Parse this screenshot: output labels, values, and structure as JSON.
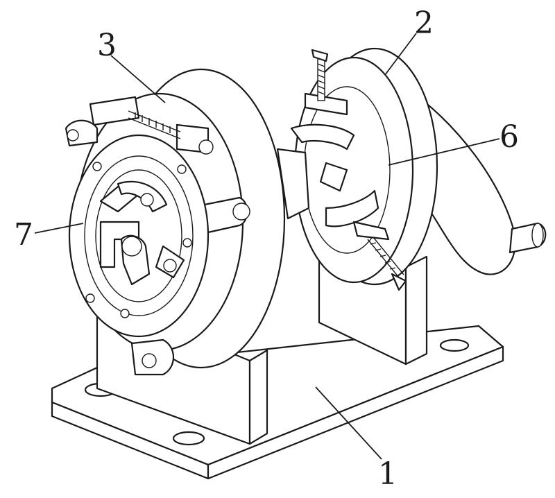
{
  "labels": {
    "base": "1",
    "right_disc": "2",
    "left_disc": "3",
    "right_clamp": "6",
    "left_chuck": "7"
  }
}
